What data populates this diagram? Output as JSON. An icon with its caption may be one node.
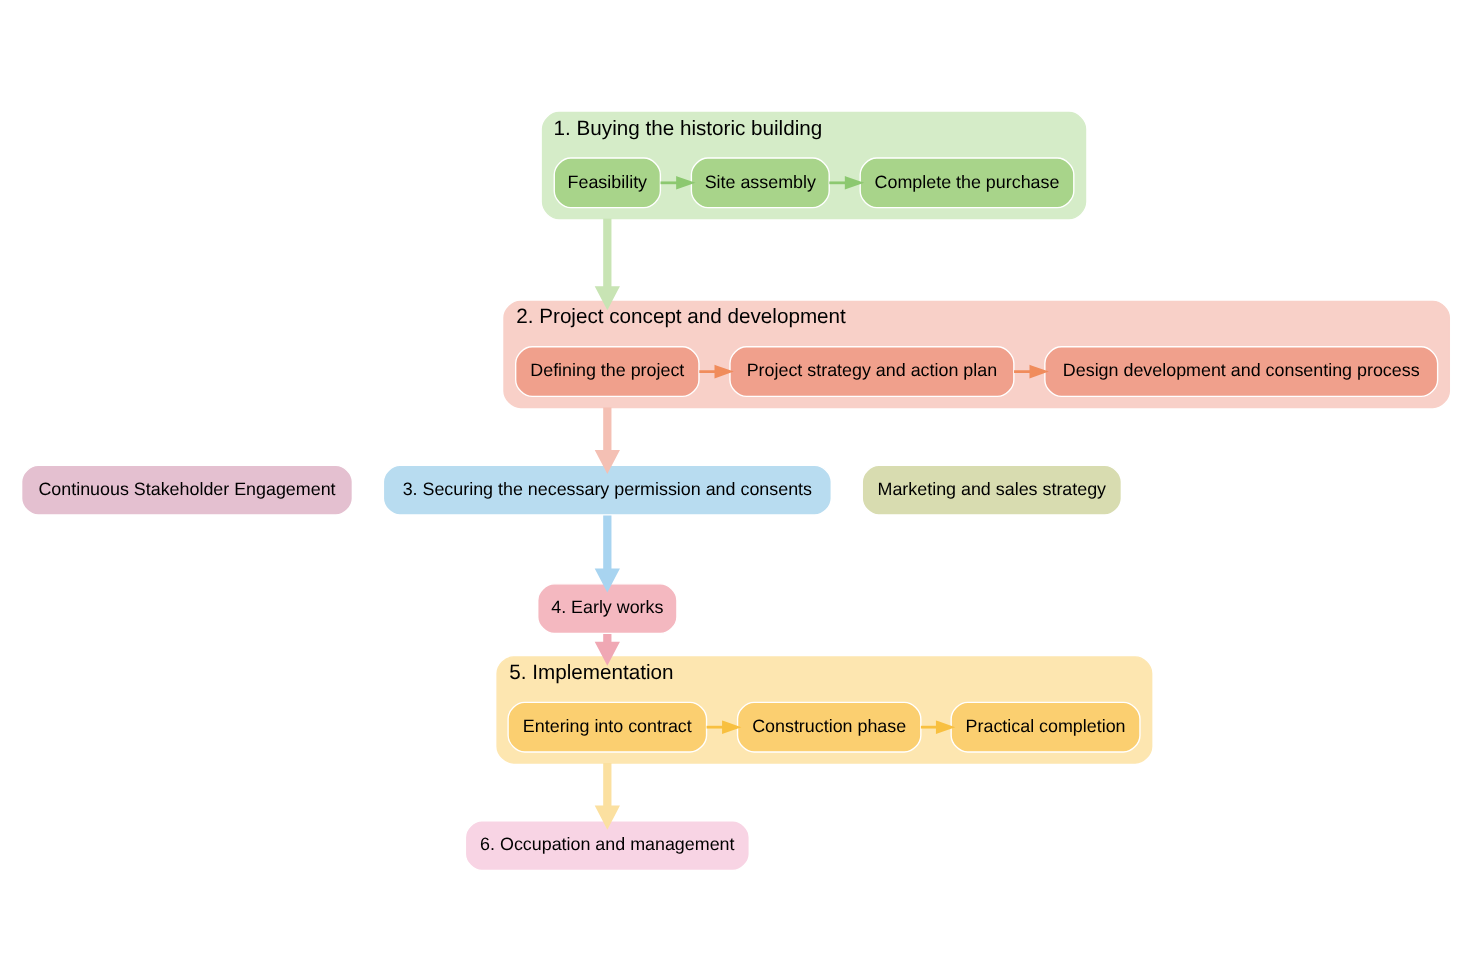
{
  "diagram": {
    "nodes": [
      {
        "text": [
          "Continuous Stakeholder Engagement"
        ]
      },
      {
        "text": [
          "1. Buying the historic building"
        ]
      },
      {
        "text": [
          "Feasibility"
        ],
        "in": 1
      },
      {
        "text": [
          "Site assembly"
        ],
        "in": 1
      },
      {
        "text": [
          "Complete the purchase"
        ],
        "in": 1
      },
      {
        "text": [
          "2. Project concept and development"
        ]
      },
      {
        "text": [
          "Defining the project"
        ],
        "in": 5
      },
      {
        "text": [
          "Project strategy and action plan"
        ],
        "in": 5
      },
      {
        "text": [
          "Design development and consenting process"
        ],
        "in": 5
      },
      {
        "text": [
          "3. Securing the necessary permission and consents"
        ]
      },
      {
        "text": [
          "4. Early works"
        ]
      },
      {
        "text": [
          "5. Implementation"
        ]
      },
      {
        "text": [
          "Entering into contract"
        ],
        "in": 11
      },
      {
        "text": [
          "Construction phase"
        ],
        "in": 11
      },
      {
        "text": [
          "Practical completion"
        ],
        "in": 11
      },
      {
        "text": [
          "6. Occupation and management"
        ]
      },
      {
        "text": [
          "Marketing and sales strategy"
        ]
      }
    ],
    "edges": [
      {
        "from": 2,
        "to": 3,
        "arrow": "to",
        "color": "#8cc870"
      },
      {
        "from": 3,
        "to": 4,
        "arrow": "to",
        "color": "#8cc870"
      },
      {
        "from": 1,
        "to": 5,
        "arrow": "to",
        "style": "thick",
        "color": "#c8e4b4"
      },
      {
        "from": 6,
        "to": 7,
        "arrow": "to",
        "color": "#f08c5c"
      },
      {
        "from": 7,
        "to": 8,
        "arrow": "to",
        "color": "#f08c5c"
      },
      {
        "from": 5,
        "to": 9,
        "arrow": "to",
        "style": "thick",
        "color": "#f4c0b4"
      },
      {
        "from": 9,
        "to": 10,
        "arrow": "to",
        "style": "thick",
        "color": "#a8d4f0"
      },
      {
        "from": 10,
        "to": 11,
        "arrow": "to",
        "style": "thick",
        "color": "#f0a8b4"
      },
      {
        "from": 12,
        "to": 13,
        "arrow": "to",
        "color": "#f8c040"
      },
      {
        "from": 13,
        "to": 14,
        "arrow": "to",
        "color": "#f8c040"
      },
      {
        "from": 11,
        "to": 15,
        "arrow": "to",
        "style": "thick",
        "color": "#fbe0a0"
      }
    ]
  }
}
